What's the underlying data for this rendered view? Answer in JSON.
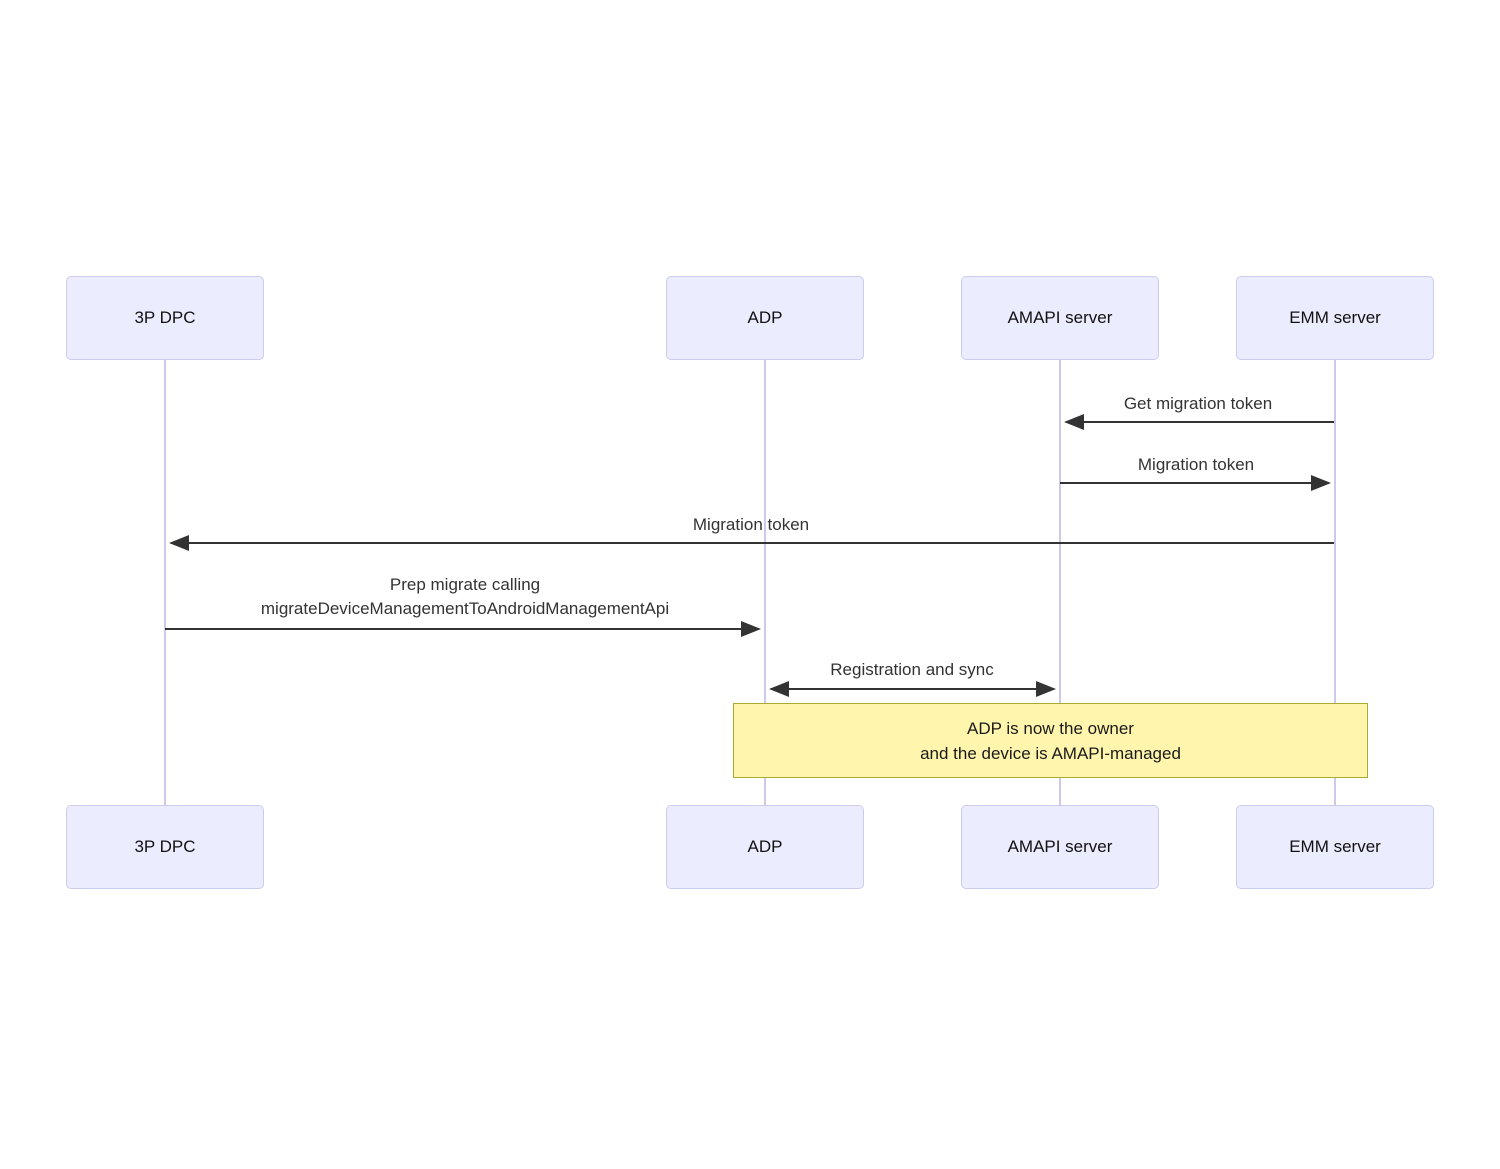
{
  "diagram": {
    "type": "sequence-diagram",
    "actors": [
      {
        "label": "3P DPC"
      },
      {
        "label": "ADP"
      },
      {
        "label": "AMAPI server"
      },
      {
        "label": "EMM server"
      }
    ],
    "messages": [
      {
        "label": "Get migration token",
        "from": "EMM server",
        "to": "AMAPI server",
        "arrow": "left"
      },
      {
        "label": "Migration token",
        "from": "AMAPI server",
        "to": "EMM server",
        "arrow": "right"
      },
      {
        "label": "Migration token",
        "from": "EMM server",
        "to": "3P DPC",
        "arrow": "left"
      },
      {
        "label_line1": "Prep migrate calling",
        "label_line2": "migrateDeviceManagementToAndroidManagementApi",
        "from": "3P DPC",
        "to": "ADP",
        "arrow": "right"
      },
      {
        "label": "Registration and sync",
        "from": "ADP",
        "to": "AMAPI server",
        "arrow": "both"
      }
    ],
    "note": {
      "line1": "ADP is now the owner",
      "line2": "and the device is AMAPI-managed",
      "spans": "ADP to EMM server"
    },
    "colors": {
      "actor_fill": "#ECECFF",
      "actor_border": "#CCCCEE",
      "lifeline": "#CFC8EA",
      "message_line": "#333333",
      "message_text": "#333333",
      "actor_text": "#111111",
      "note_fill": "#FFF5AD",
      "note_border": "#AAAA33",
      "note_text": "#1A1A1A",
      "background": "#FFFFFF"
    }
  }
}
